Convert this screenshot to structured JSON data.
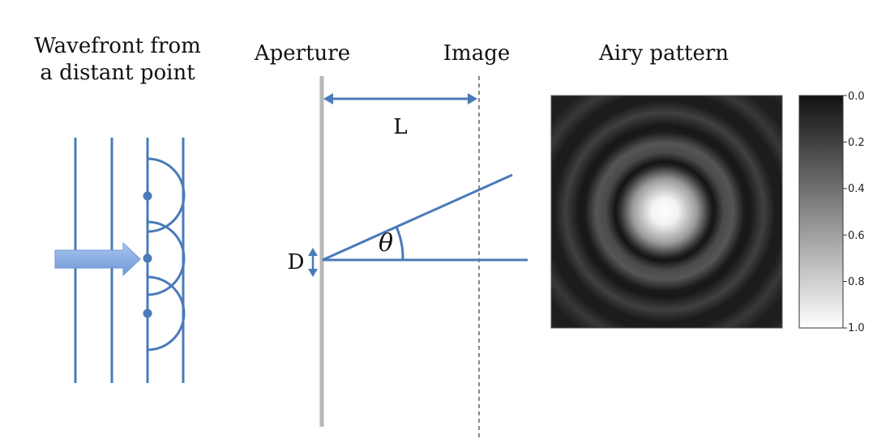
{
  "labels": {
    "wavefront_line1": "Wavefront from",
    "wavefront_line2": "a distant point",
    "aperture": "Aperture",
    "image": "Image",
    "airy": "Airy pattern",
    "length": "L",
    "diameter": "D",
    "angle": "θ"
  },
  "colorbar": {
    "ticks": [
      "0.0",
      "0.2",
      "0.4",
      "0.6",
      "0.8",
      "1.0"
    ]
  },
  "colors": {
    "line_blue": "#4a7ab8",
    "arrow_blue": "#8fb2e6",
    "aperture_gray": "#b8b8b8"
  }
}
